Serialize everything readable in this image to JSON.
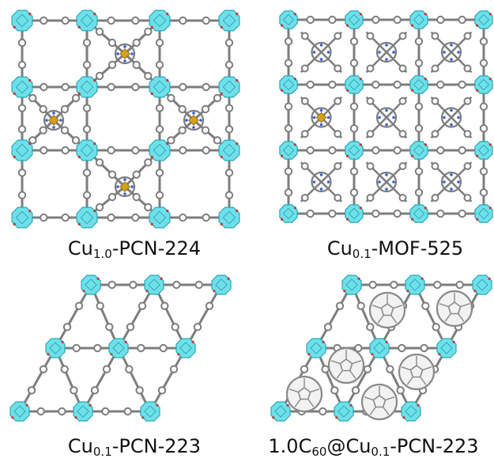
{
  "panels": [
    {
      "id": "pcn224",
      "label": {
        "pre": "Cu",
        "sub": "1.0",
        "post": "-PCN-224"
      }
    },
    {
      "id": "mof525",
      "label": {
        "pre": "Cu",
        "sub": "0.1",
        "post": "-MOF-525"
      }
    },
    {
      "id": "pcn223",
      "label": {
        "pre": "Cu",
        "sub": "0.1",
        "post": "-PCN-223"
      }
    },
    {
      "id": "c60pcn223",
      "label": {
        "pre": "1.0C",
        "sub": "60",
        "mid": "@Cu",
        "sub2": "0.1",
        "post": "-PCN-223"
      }
    }
  ],
  "colors": {
    "cluster": "#6fe0ea",
    "clusterEdge": "#2aa7b5",
    "linker": "#7d7d7d",
    "metal": "#d4a020",
    "nitrogen": "#3a5fcd",
    "oxygen": "#c0392b",
    "fullerene": "#8a8a8a"
  }
}
